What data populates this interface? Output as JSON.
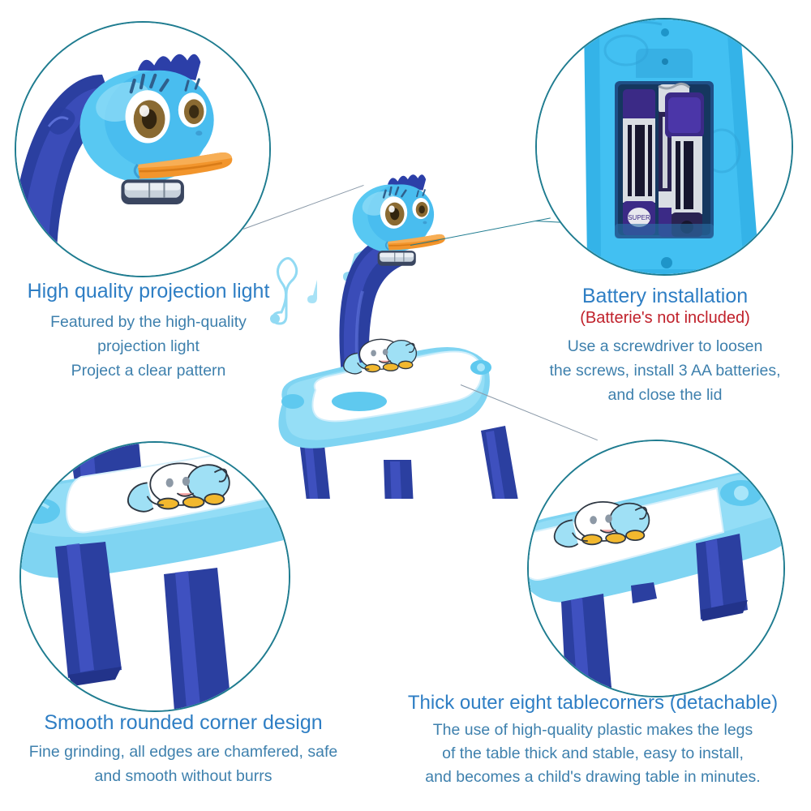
{
  "background_color": "#ffffff",
  "palette": {
    "heading_blue": "#2e7ec4",
    "body_blue": "#3e80ad",
    "warning_red": "#c0202a",
    "circle_stroke_teal": "#1f7c90",
    "connector_grey": "#8a99a8",
    "product_light_blue": "#7fd4f2",
    "product_mid_blue": "#3fb6e8",
    "product_navy": "#2b3fa0",
    "beak_orange": "#f2952c"
  },
  "callouts": [
    {
      "id": "projection-light",
      "position": "top-left",
      "photo_name": "dinosaur-head-projector-photo",
      "photo_alt": "Close-up of the blue dinosaur head projector with orange beak and lens ring",
      "heading": "High quality projection light",
      "body_lines": [
        "Featured by the high-quality",
        "projection light",
        "Project a clear pattern"
      ]
    },
    {
      "id": "battery-installation",
      "position": "top-right",
      "photo_name": "battery-compartment-photo",
      "photo_alt": "Open battery compartment showing three AA batteries inside the blue housing",
      "heading": "Battery installation",
      "warning": "(Batterie's not included)",
      "body_lines": [
        "Use a screwdriver to loosen",
        "the screws, install 3 AA batteries,",
        "and close the lid"
      ]
    },
    {
      "id": "rounded-corner-design",
      "position": "bottom-left",
      "photo_name": "table-corner-closeup-photo",
      "photo_alt": "Close-up of the rounded table corner and two navy legs",
      "heading": "Smooth rounded corner design",
      "body_lines": [
        "Fine grinding, all edges are chamfered, safe",
        "and smooth without burrs"
      ]
    },
    {
      "id": "thick-table-corners",
      "position": "bottom-right",
      "photo_name": "table-legs-closeup-photo",
      "photo_alt": "Close-up of the drawing table with elephant graphic and thick detachable legs",
      "heading": "Thick outer eight tablecorners (detachable)",
      "body_lines": [
        "The use of high-quality plastic makes the legs",
        "of the table thick and stable, easy to install,",
        "and becomes a child's drawing table in minutes."
      ]
    }
  ],
  "center_product": {
    "name": "dinosaur-projector-drawing-table",
    "alt": "Blue children's drawing table with dinosaur-neck projector arm, white drawing board with cartoon elephant, and three navy legs",
    "board_graphic": "cartoon-elephant",
    "decoration": "music-note"
  }
}
